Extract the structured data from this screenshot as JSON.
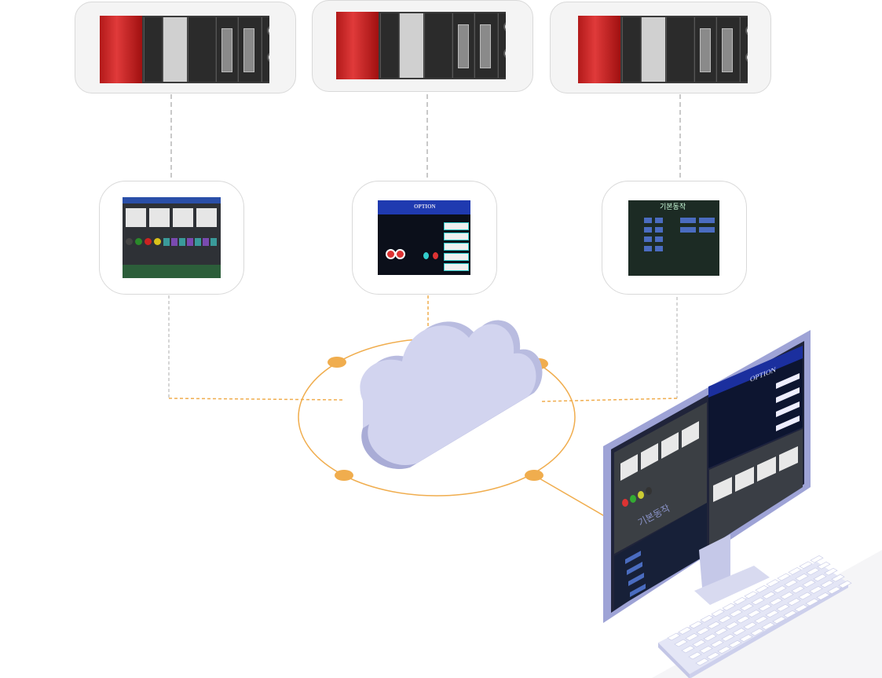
{
  "colors": {
    "accent_orange": "#f0ad4e",
    "connector_gray": "#c9c9c9",
    "cloud": "#c9cbe8",
    "monitor_frame": "#aeb2dc",
    "card_bg": "#f4f4f4"
  },
  "plc_units": [
    {
      "name": "plc-unit-1"
    },
    {
      "name": "plc-unit-2"
    },
    {
      "name": "plc-unit-3"
    }
  ],
  "hmi_screens": [
    {
      "name": "hmi-control-panel",
      "title": ""
    },
    {
      "name": "hmi-option",
      "title": "OPTION"
    },
    {
      "name": "hmi-basic-operation",
      "title": "기본동작"
    }
  ],
  "monitor": {
    "top_panel_title": "OPTION",
    "bottom_panel_title": "기본동작"
  },
  "icons": [
    "cloud-icon",
    "monitor-icon",
    "keyboard-icon"
  ]
}
